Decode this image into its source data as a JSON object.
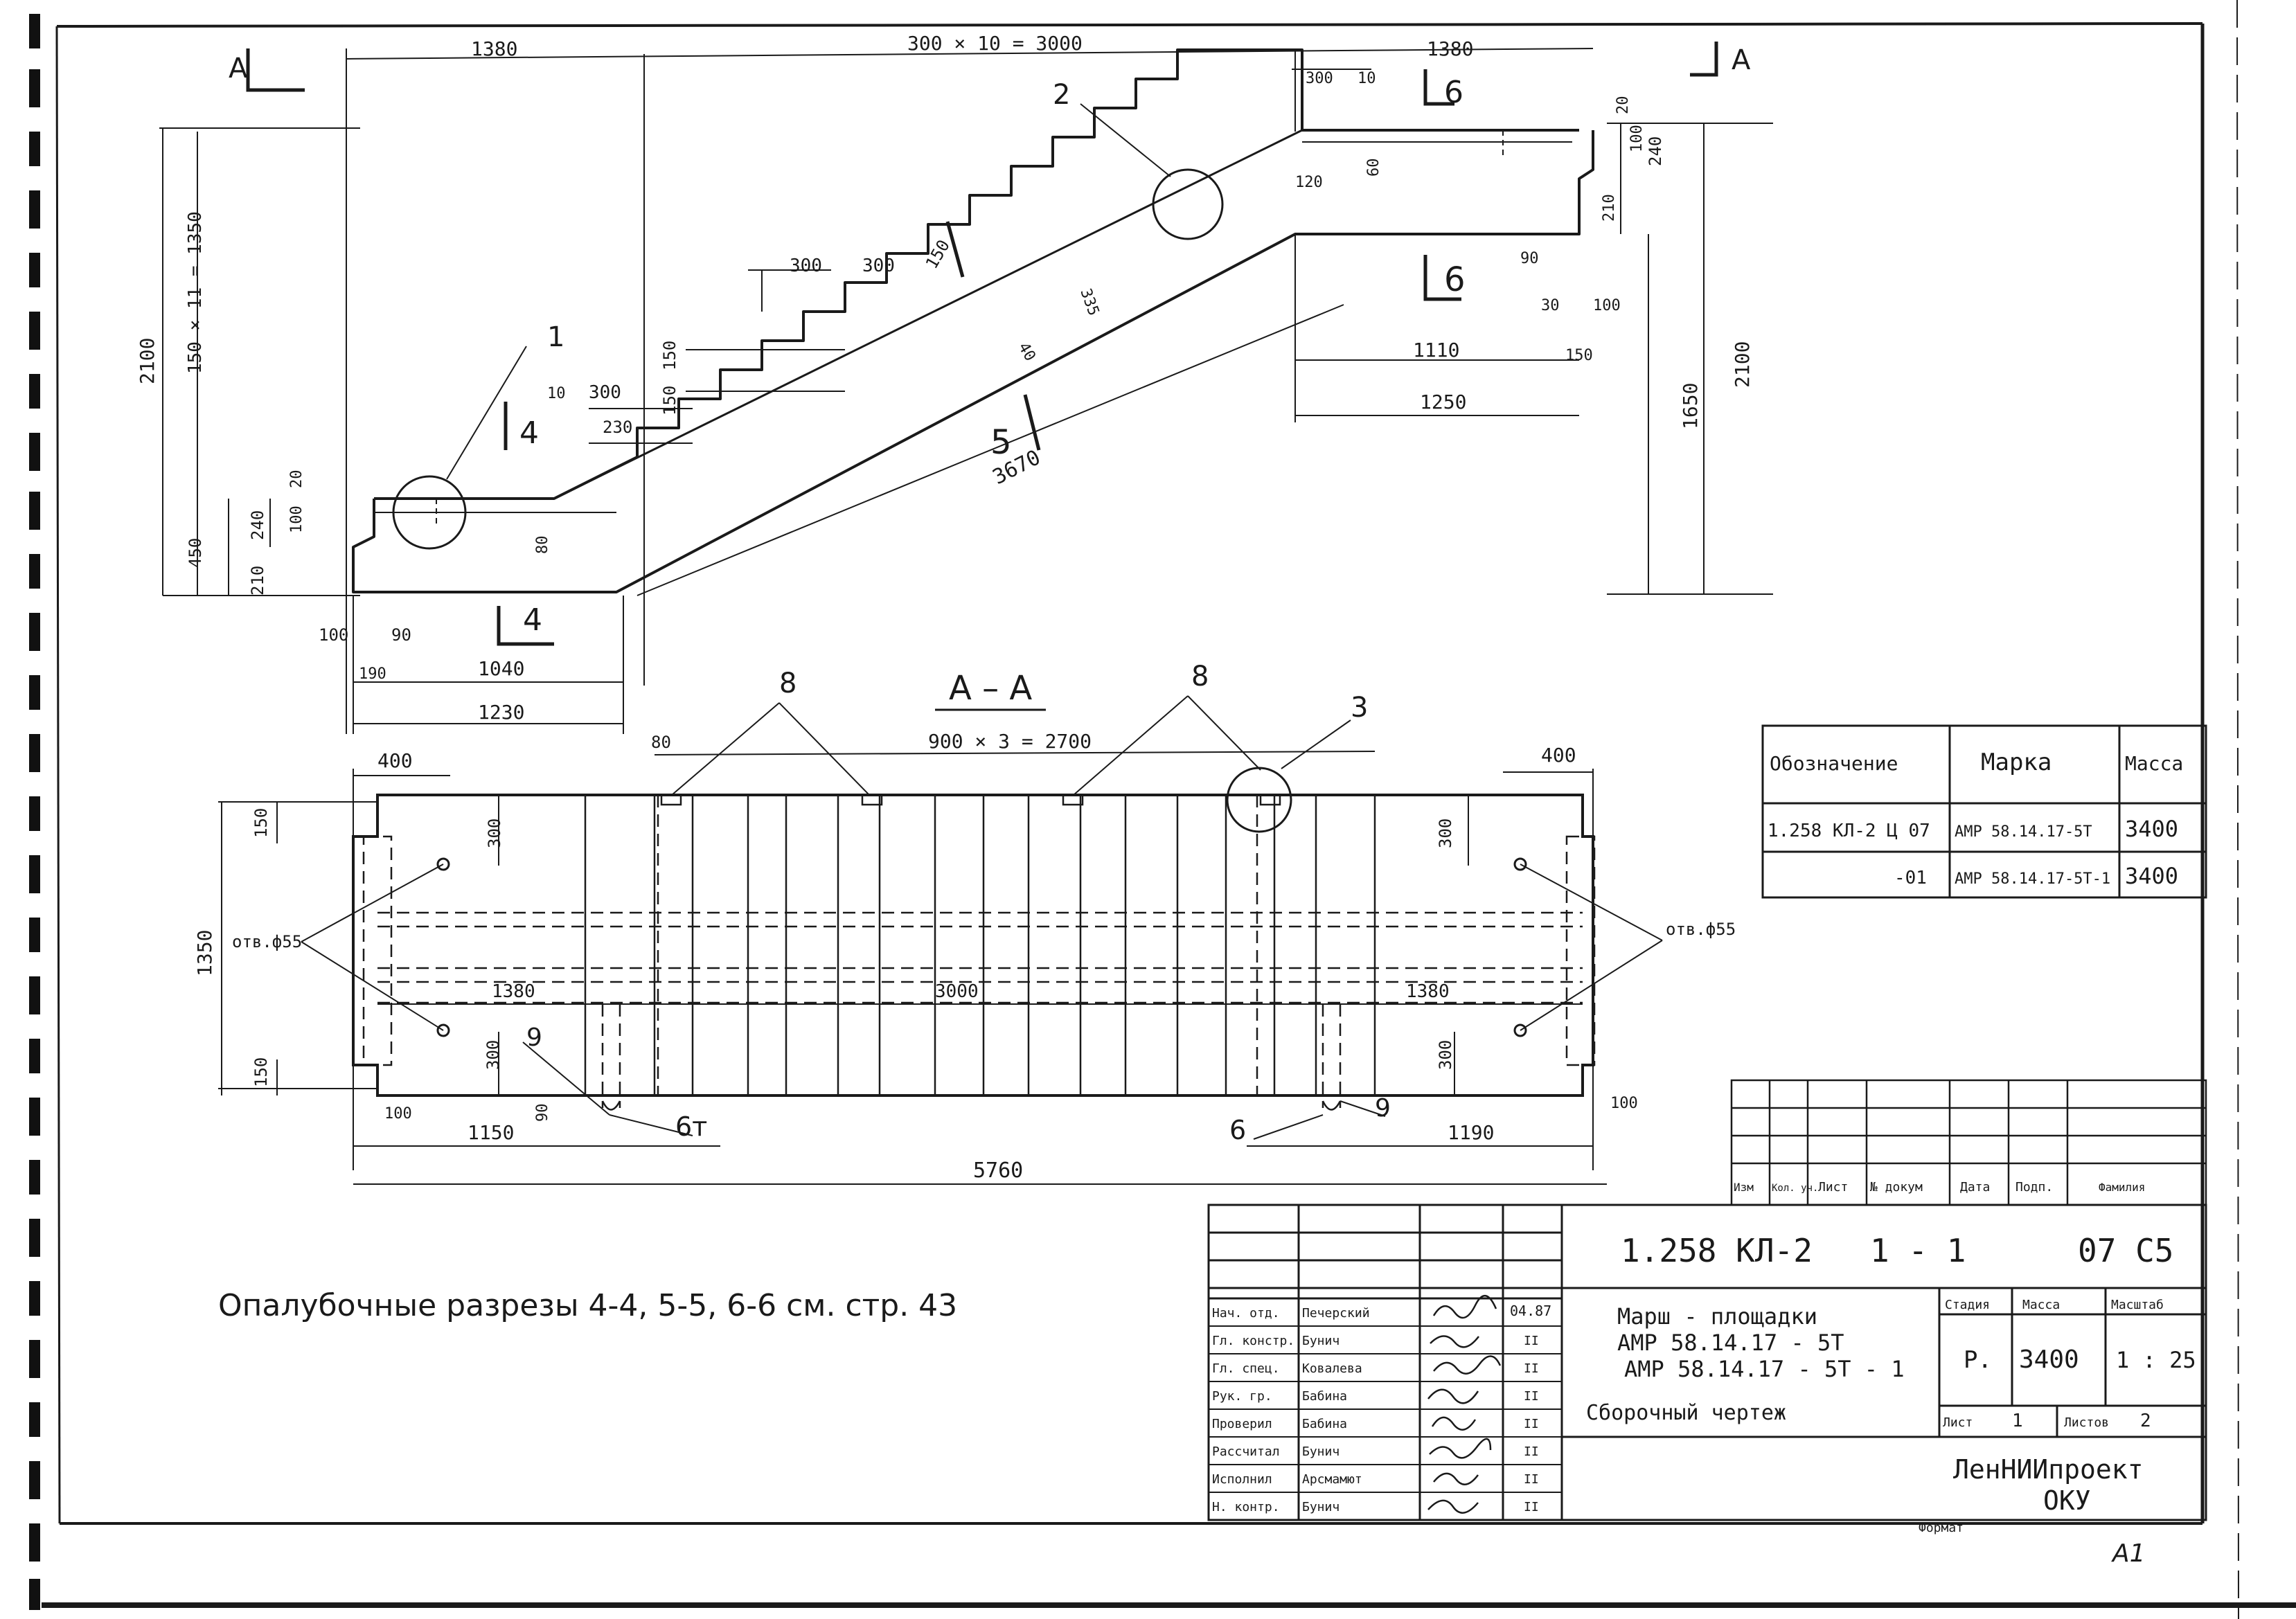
{
  "elevation": {
    "section_marks": [
      "А",
      "А",
      "4",
      "4",
      "5",
      "6",
      "6"
    ],
    "leaders": [
      "1",
      "2"
    ],
    "dimensions": {
      "top_left": "1380",
      "top_mid": "300 × 10 = 3000",
      "top_right": "1380",
      "d300a": "300",
      "d10a": "10",
      "d20a": "20",
      "d100a": "100",
      "d240a": "240",
      "d60a": "60",
      "d210a": "210",
      "d120": "120",
      "d90a": "90",
      "d30": "30",
      "d100b": "100",
      "d150a": "150",
      "d1110": "1110",
      "d1250": "1250",
      "d1650": "1650",
      "d2100r": "2100",
      "d2100l": "2100",
      "d1350v": "150 × 11 = 1350",
      "s300a": "300",
      "s300b": "300",
      "s150a": "150",
      "s150b": "150",
      "s150c": "150",
      "d40": "40",
      "d335": "335",
      "d3670": "3670",
      "d80": "80",
      "d10b": "10",
      "d300b": "300",
      "d230": "230",
      "d20b": "20",
      "d100c": "100",
      "d240b": "240",
      "d450": "450",
      "d210b": "210",
      "d100d": "100",
      "d90b": "90",
      "d1040": "1040",
      "d190": "190",
      "d1230": "1230"
    }
  },
  "plan": {
    "title": "А – А",
    "leaders": [
      "8",
      "8",
      "3",
      "9",
      "9",
      "6т",
      "6"
    ],
    "hole_label_left": "отв.ф55",
    "hole_label_right": "отв.ф55",
    "dimensions": {
      "d400l": "400",
      "d80": "80",
      "d2700": "900 × 3 = 2700",
      "d400r": "400",
      "d150a": "150",
      "d300a": "300",
      "d1350": "1350",
      "d1380": "1380",
      "d3000": "3000",
      "d1380r": "1380",
      "d300b": "300",
      "d150b": "150",
      "d100l": "100",
      "d90": "90",
      "d1150": "1150",
      "d300c": "300",
      "d300d": "300",
      "d1190": "1190",
      "d100r": "100",
      "d5760": "5760"
    }
  },
  "note": "Опалубочные разрезы 4-4, 5-5, 6-6 см. стр. 43",
  "spec_table": {
    "headers": [
      "Обозначение",
      "Марка",
      "Масса"
    ],
    "rows": [
      [
        "1.258 КЛ-2 Ц 07",
        "АМР 58.14.17-5Т",
        "3400"
      ],
      [
        "-01",
        "АМР 58.14.17-5Т-1",
        "3400"
      ]
    ]
  },
  "revision_block": {
    "labels": [
      "Изм",
      "Кол. уч.",
      "Лист",
      "№ докум",
      "Дата",
      "Подп.",
      "Фамилия"
    ]
  },
  "title_block": {
    "doc_code": "1.258 КЛ-2",
    "sheet_ref": "1 - 1",
    "album_ref": "07 С5",
    "title_lines": [
      "Марш - площадки",
      "АМР 58.14.17 - 5Т",
      "АМР 58.14.17 - 5Т - 1",
      "Сборочный чертеж"
    ],
    "stage_header": "Стадия",
    "mass_header": "Масса",
    "scale_header": "Масштаб",
    "stage": "Р.",
    "mass": "3400",
    "scale": "1 : 25",
    "sheet_label": "Лист",
    "sheet_value": "1",
    "sheets_label": "Листов",
    "sheets_value": "2",
    "org_line1": "ЛенНИИпроект",
    "org_line2": "ОКУ",
    "format_label": "Формат",
    "format_value": "А1",
    "date": "04.87",
    "staff": [
      {
        "role": "Нач. отд.",
        "name": "Печерский",
        "date": "04.87"
      },
      {
        "role": "Гл. констр.",
        "name": "Бунич",
        "date": "II"
      },
      {
        "role": "Гл. спец.",
        "name": "Ковалева",
        "date": "II"
      },
      {
        "role": "Рук. гр.",
        "name": "Бабина",
        "date": "II"
      },
      {
        "role": "Проверил",
        "name": "Бабина",
        "date": "II"
      },
      {
        "role": "Рассчитал",
        "name": "Бунич",
        "date": "II"
      },
      {
        "role": "Исполнил",
        "name": "Арсмамют",
        "date": "II"
      },
      {
        "role": "Н. контр.",
        "name": "Бунич",
        "date": "II"
      }
    ]
  }
}
